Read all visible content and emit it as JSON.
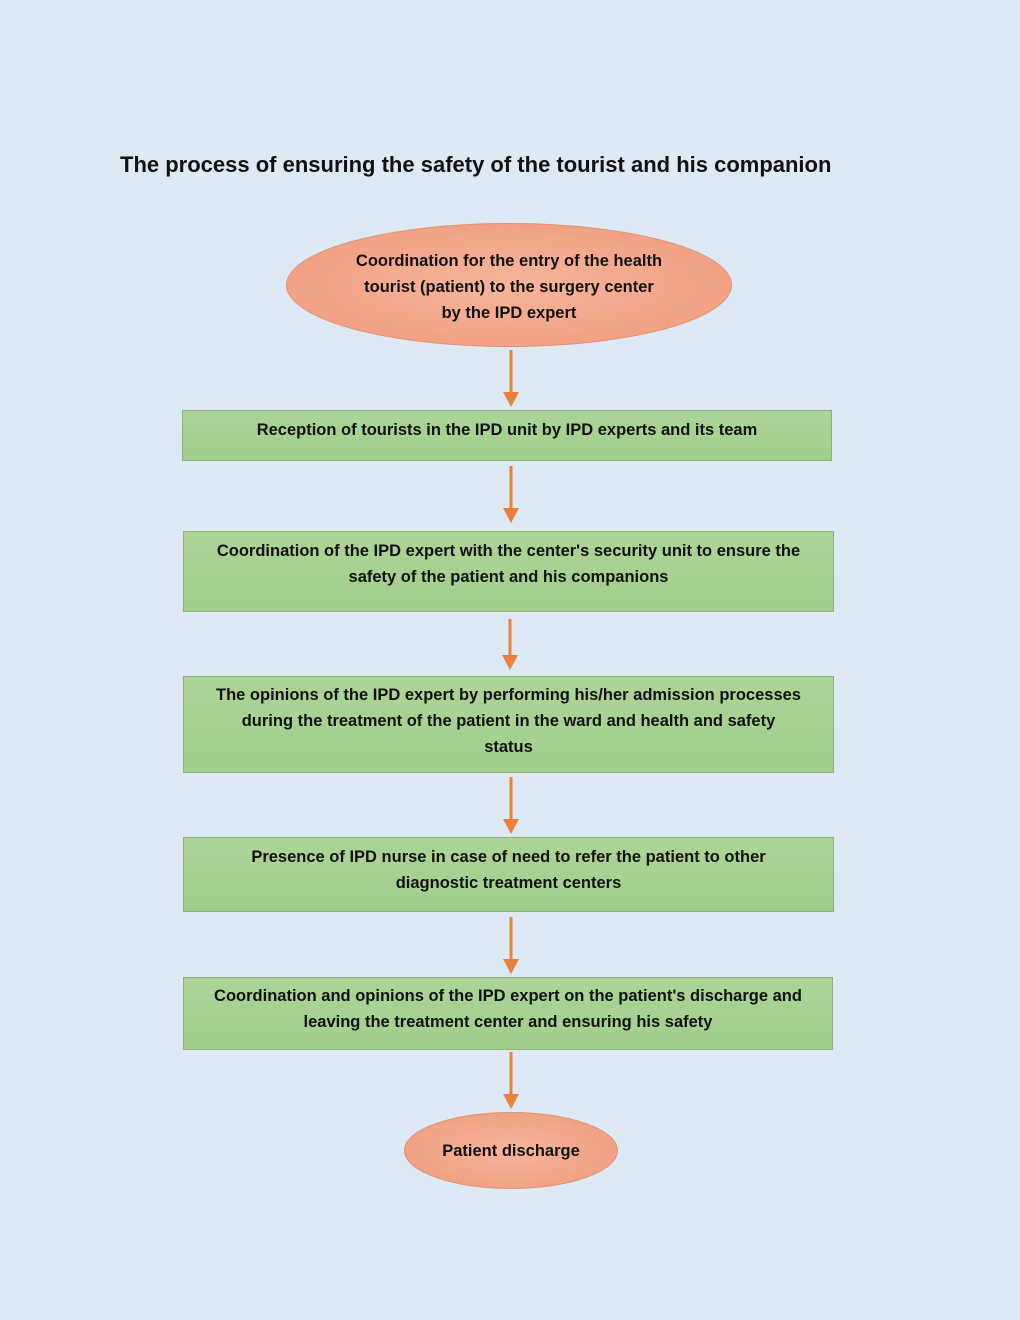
{
  "title": "The process of ensuring the safety of the tourist and his companion",
  "colors": {
    "background": "#dde9f5",
    "terminal_fill": "#f2a285",
    "process_fill": "#a6d08f",
    "arrow": "#ee7f3b"
  },
  "start_node": {
    "text": "Coordination for the entry of the health\ntourist (patient) to the surgery center\nby the IPD expert"
  },
  "steps": [
    "Reception of tourists in the IPD unit by IPD experts and its team",
    "Coordination of the IPD expert with the center's security unit to ensure the\nsafety of the patient and his companions",
    "The opinions of the IPD expert by performing his/her admission processes\nduring the treatment of the patient in the ward and health and safety\nstatus",
    "Presence of IPD nurse in case of need to refer the patient to other\ndiagnostic treatment centers",
    "Coordination and opinions of the IPD expert on the patient's discharge and\nleaving the treatment center and ensuring his safety"
  ],
  "end_node": {
    "text": "Patient discharge"
  }
}
